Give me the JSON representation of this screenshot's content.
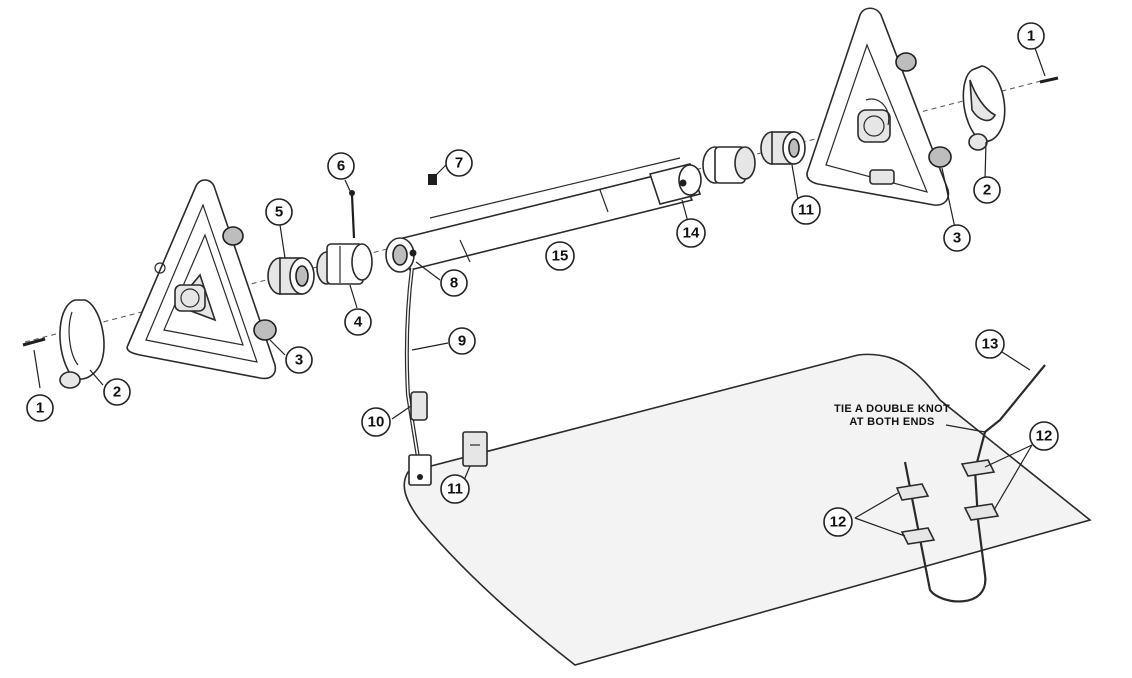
{
  "callouts": {
    "c1_left": "1",
    "c1_right": "1",
    "c2_left": "2",
    "c2_right": "2",
    "c3_left": "3",
    "c3_right": "3",
    "c4": "4",
    "c5": "5",
    "c6": "6",
    "c7": "7",
    "c8": "8",
    "c9": "9",
    "c10": "10",
    "c11_left": "11",
    "c11_right": "11",
    "c12_left": "12",
    "c12_right": "12",
    "c13": "13",
    "c14": "14",
    "c15": "15"
  },
  "note": {
    "line1": "TIE A DOUBLE KNOT",
    "line2": "AT BOTH ENDS"
  },
  "colors": {
    "line": "#2a2a2a",
    "mat_fill": "#f3f3f3",
    "part_grey": "#e6e6e6"
  }
}
